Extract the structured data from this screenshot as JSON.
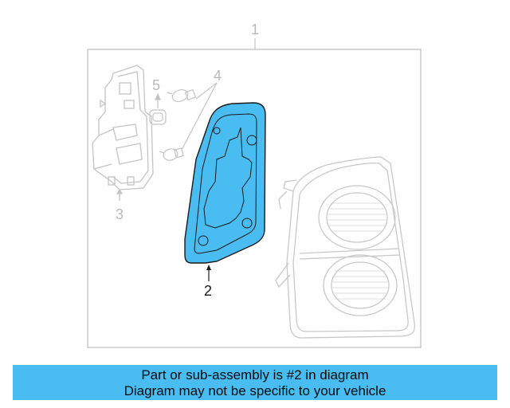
{
  "diagram": {
    "callouts": {
      "assembly": "1",
      "highlighted_part": "2",
      "socket": "3",
      "bulbs": "4",
      "small_bulb": "5"
    },
    "highlight_color": "#49bdf2",
    "line_color": "#c4c4c4"
  },
  "banner": {
    "line1": "Part or sub-assembly is #2 in diagram",
    "line2": "Diagram may not be specific to your vehicle",
    "background": "#49bdf2"
  }
}
